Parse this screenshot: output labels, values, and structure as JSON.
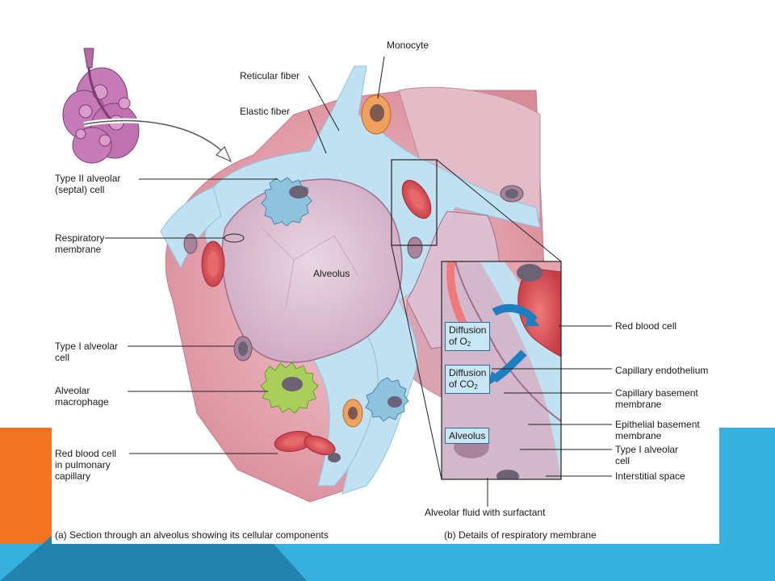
{
  "colors": {
    "accent_orange": "#f07422",
    "accent_blue": "#35b0df",
    "accent_blue_dark": "#2283ad",
    "interstitial_blue": "#bfe1f1",
    "alveolus_wall": "#d8b7c9",
    "blood_red": "#dd5353",
    "macrophage_green": "#a9cf5a",
    "monocyte_orange": "#f0a25c",
    "type2_blue": "#8ec2dd",
    "o2_arrow": "#1e7fc0"
  },
  "figure": {
    "caption_a": "(a) Section through an alveolus showing its cellular components",
    "caption_b": "(b) Details of respiratory membrane",
    "labels": {
      "monocyte": "Monocyte",
      "reticular_fiber": "Reticular fiber",
      "elastic_fiber": "Elastic fiber",
      "type2_cell": "Type II alveolar\n(septal) cell",
      "respiratory_membrane": "Respiratory\nmembrane",
      "alveolus": "Alveolus",
      "type1_cell": "Type I alveolar\ncell",
      "macrophage": "Alveolar\nmacrophage",
      "rbc_capillary": "Red blood cell\nin pulmonary\ncapillary",
      "alveolar_fluid": "Alveolar fluid with surfactant"
    },
    "inset": {
      "diffusion_o2": "Diffusion\nof O",
      "o2_sub": "2",
      "diffusion_co2": "Diffusion\nof CO",
      "co2_sub": "2",
      "alveolus": "Alveolus",
      "labels": {
        "red_blood_cell": "Red blood cell",
        "capillary_endothelium": "Capillary endothelium",
        "capillary_basement": "Capillary basement\nmembrane",
        "epithelial_basement": "Epithelial basement\nmembrane",
        "type1_cell": "Type I alveolar\ncell",
        "interstitial_space": "Interstitial space"
      }
    },
    "icons": {
      "lung_lobule": "lung-lobule-illustration",
      "pointer_arrow": "curved-arrow-icon"
    }
  }
}
